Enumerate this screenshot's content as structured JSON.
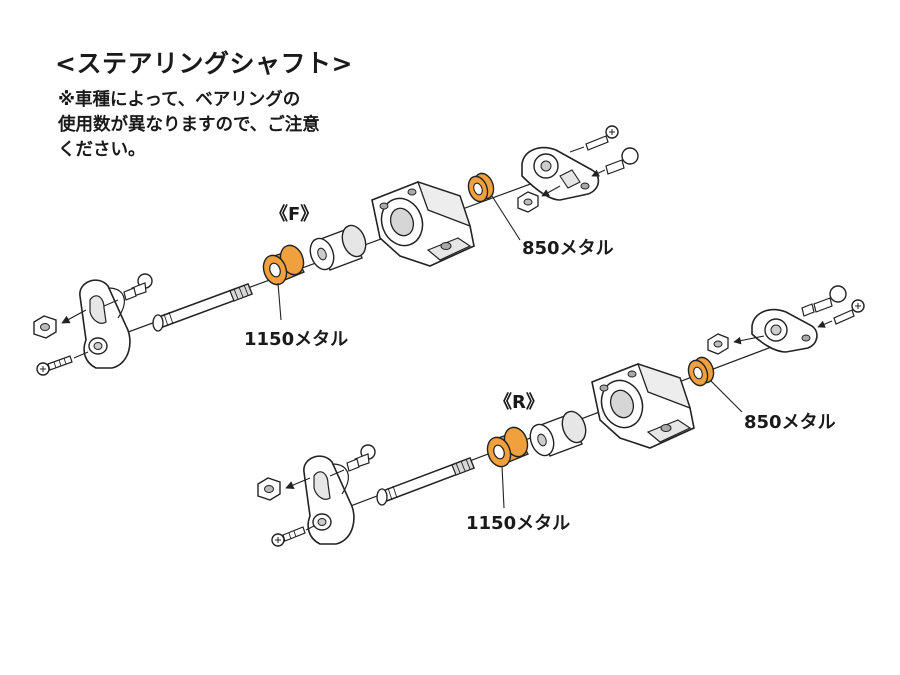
{
  "heading": "<ステアリングシャフト>",
  "note_lines": [
    "※車種によって、ベアリングの",
    "使用数が異なりますので、ご注意",
    "ください。"
  ],
  "sections": {
    "front": "《F》",
    "rear": "《R》"
  },
  "callouts": {
    "front_850": "850メタル",
    "front_1150": "1150メタル",
    "rear_850": "850メタル",
    "rear_1150": "1150メタル"
  },
  "colors": {
    "metal_bearing": "#f0a03c",
    "metal_bearing_dark": "#c97a1c",
    "line": "#222222",
    "part_fill": "#ffffff",
    "part_shade": "#dcdcdc"
  }
}
